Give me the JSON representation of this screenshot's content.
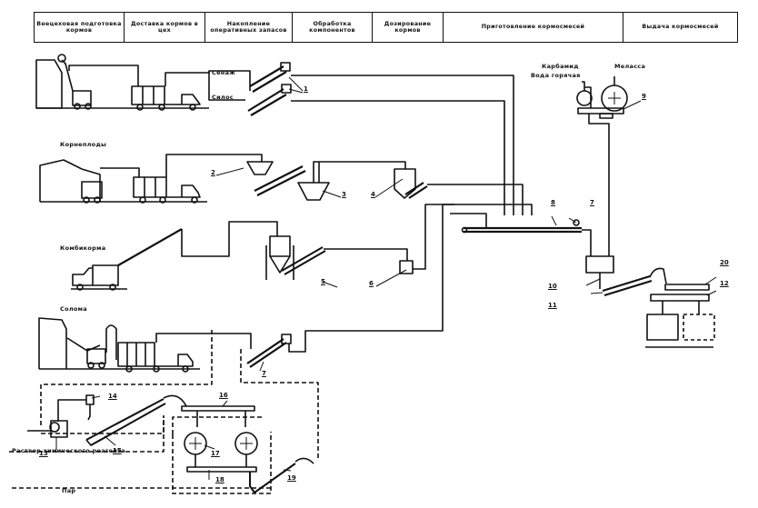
{
  "header": {
    "stages": [
      {
        "label": "Внецеховая подготовка кормов"
      },
      {
        "label": "Доставка кормов в цех"
      },
      {
        "label": "Накопление оперативных запасов"
      },
      {
        "label": "Обработка компонентов"
      },
      {
        "label": "Дозирование кормов"
      },
      {
        "label": "Приготовление кормосмесей"
      },
      {
        "label": "Выдача кормосмесей"
      }
    ]
  },
  "feed_types": {
    "silage_haylage": {
      "haylage": "Сенаж",
      "silage": "Силос"
    },
    "root_crops": "Корнеплоды",
    "compound_feed": "Комбикорма",
    "straw": "Солома"
  },
  "inputs": {
    "carbamide": "Карбамид",
    "molasses": "Меласса",
    "hot_water": "Вода горячая",
    "chemical_reagent": "Раствор химического реагента",
    "steam": "Пар"
  },
  "callouts": {
    "n1": "1",
    "n2": "2",
    "n3": "3",
    "n4": "4",
    "n5": "5",
    "n6": "6",
    "n7a": "7",
    "n7b": "7",
    "n8": "8",
    "n9": "9",
    "n10": "10",
    "n11": "11",
    "n12": "12",
    "n13": "13",
    "n14": "14",
    "n15": "15",
    "n16": "16",
    "n17": "17",
    "n18": "18",
    "n19": "19",
    "n20": "20"
  }
}
